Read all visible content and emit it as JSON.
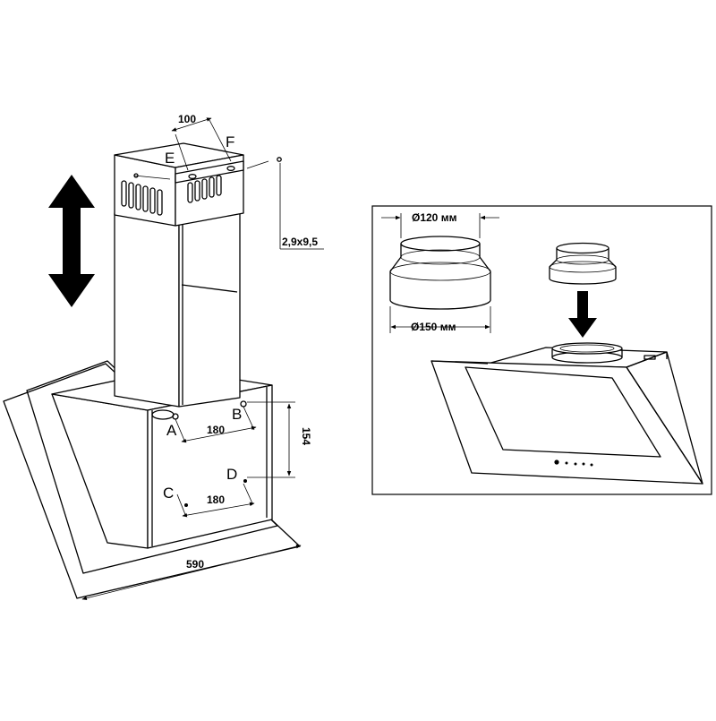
{
  "left_diagram": {
    "labels": {
      "A": "A",
      "B": "B",
      "C": "C",
      "D": "D",
      "E": "E",
      "F": "F"
    },
    "dimensions": {
      "top_width": "100",
      "screw": "2,9x9,5",
      "ab_spacing": "180",
      "cd_spacing": "180",
      "vertical": "154",
      "total_width": "590"
    }
  },
  "right_panel": {
    "dimensions": {
      "small_diameter": "Ø120 мм",
      "large_diameter": "Ø150 мм"
    }
  }
}
